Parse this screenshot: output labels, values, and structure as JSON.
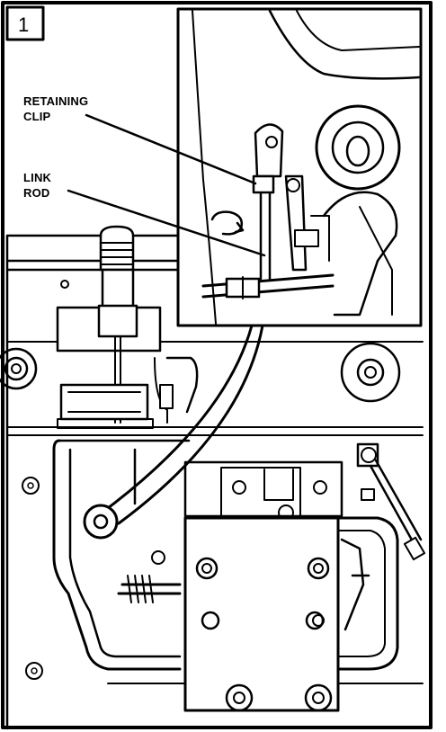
{
  "figure": {
    "step_number": "1",
    "callouts": [
      {
        "id": "retaining-clip",
        "lines": [
          "RETAINING",
          "CLIP"
        ]
      },
      {
        "id": "link-rod",
        "lines": [
          "LINK",
          "ROD"
        ]
      }
    ]
  }
}
